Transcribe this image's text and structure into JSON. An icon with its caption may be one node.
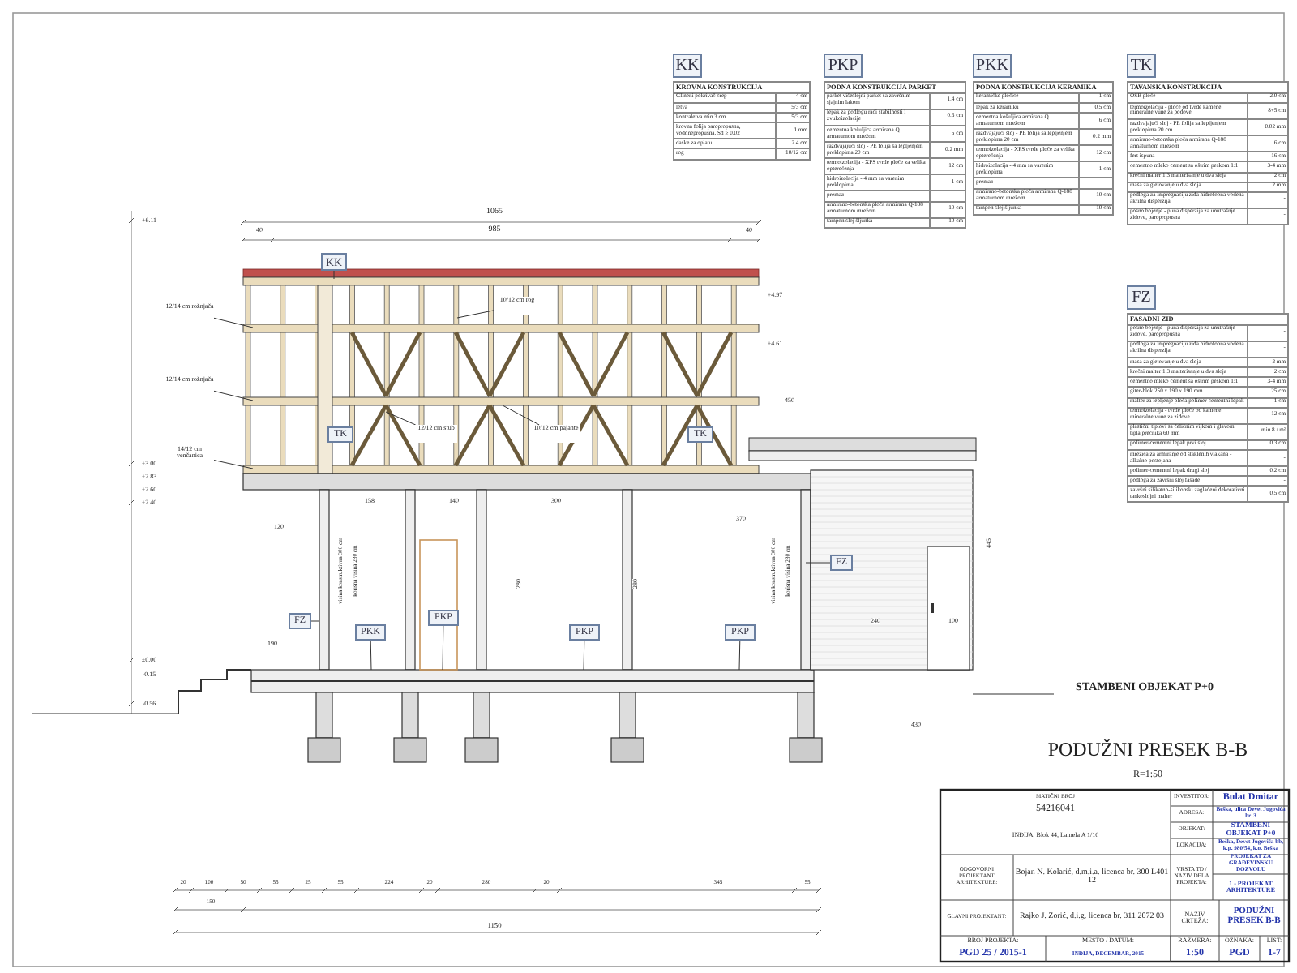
{
  "diagram": {
    "title": "PODUŽNI PRESEK B-B",
    "nodes": [
      {
        "text": [
          "KK"
        ]
      },
      {
        "text": [
          "PKP"
        ]
      },
      {
        "text": [
          "PKK"
        ]
      },
      {
        "text": [
          "TK"
        ]
      },
      {
        "text": [
          "FZ"
        ]
      },
      {
        "text": [
          "KK"
        ]
      },
      {
        "text": [
          "TK"
        ]
      },
      {
        "text": [
          "TK"
        ]
      },
      {
        "text": [
          "FZ"
        ]
      },
      {
        "text": [
          "PKK"
        ]
      },
      {
        "text": [
          "PKP"
        ]
      },
      {
        "text": [
          "PKP"
        ]
      },
      {
        "text": [
          "PKP"
        ]
      },
      {
        "text": [
          "FZ"
        ]
      },
      {
        "text": [
          "12/14 cm rožnjača"
        ]
      },
      {
        "text": [
          "12/14 cm rožnjača"
        ]
      },
      {
        "text": [
          "14/12 cm venčanica"
        ]
      },
      {
        "text": [
          "10/12 cm rog"
        ]
      },
      {
        "text": [
          "12/12 cm stub"
        ]
      },
      {
        "text": [
          "10/12 cm pajante"
        ]
      }
    ],
    "edges": [
      {
        "from": 5,
        "to": null,
        "arrow": "none"
      },
      {
        "from": 8,
        "to": null,
        "arrow": "none"
      },
      {
        "from": 9,
        "to": null,
        "arrow": "none"
      },
      {
        "from": 10,
        "to": null,
        "arrow": "none"
      },
      {
        "from": 11,
        "to": null,
        "arrow": "none"
      },
      {
        "from": 12,
        "to": null,
        "arrow": "none"
      },
      {
        "from": 13,
        "to": null,
        "arrow": "none"
      },
      {
        "from": 14,
        "to": null,
        "arrow": "none"
      },
      {
        "from": 15,
        "to": null,
        "arrow": "none"
      },
      {
        "from": 16,
        "to": null,
        "arrow": "none"
      },
      {
        "from": 17,
        "to": null,
        "arrow": "none"
      },
      {
        "from": 18,
        "to": null,
        "arrow": "none"
      },
      {
        "from": 19,
        "to": null,
        "arrow": "none"
      }
    ],
    "labels": [
      "KROVNA KONSTRUKCIJA",
      "Glineni pokrivač crep",
      "4 cm",
      "letva",
      "5/3 cm",
      "kontraletva min 3 cm",
      "5/3 cm",
      "krovna folija paropropusna, vodonepropusna, Sd ≥ 0.02",
      "1 mm",
      "daske za oplatu",
      "2.4 cm",
      "rog",
      "10/12 cm",
      "PODNA KONSTRUKCIJA PARKET",
      "parket višeslojni parket sa završnim sjajnim lakom",
      "1.4 cm",
      "lepak za podlogu radi stabilnosti i zvukoizolacije",
      "0.6 cm",
      "cementna košuljica armirana Q armaturnom mrežom",
      "5 cm",
      "razdvajajući sloj - PE folija sa lepljenjem preklopima 20 cm",
      "0.2 mm",
      "termoizolacija - XPS tvrde ploče za velika opterećenja",
      "12 cm",
      "hidroizolacija - 4 mm sa varenim preklopima",
      "1 cm",
      "premaz",
      "-",
      "armirano-betonska ploča armirana Q-188 armaturnom mrežom",
      "10 cm",
      "tampon sloj šljunka",
      "10 cm",
      "PODNA KONSTRUKCIJA KERAMIKA",
      "keramičke pločice",
      "1 cm",
      "lepak za keramiku",
      "0.5 cm",
      "cementna košuljica armirana Q armaturnom mrežom",
      "6 cm",
      "razdvajajući sloj - PE folija sa lepljenjem preklopima 20 cm",
      "0.2 mm",
      "termoizolacija - XPS tvrde ploče za velika opterećenja",
      "12 cm",
      "hidroizolacija - 4 mm sa varenim preklopima",
      "1 cm",
      "premaz",
      "-",
      "armirano-betonska ploča armirana Q-188 armaturnom mrežom",
      "10 cm",
      "tampon sloj šljunka",
      "10 cm",
      "TAVANSKA KONSTRUKCIJA",
      "OSB ploče",
      "2.0 cm",
      "termoizolacija - ploče od tvrde kamene mineralne vune za podove",
      "8+5 cm",
      "razdvajajući sloj - PE folija sa lepljenjem preklopima 20 cm",
      "0.02 mm",
      "armirano-betonska ploča armirana Q-188 armaturnom mrežom",
      "6 cm",
      "fert ispuna",
      "16 cm",
      "cementno mleko cement sa oštrim peskom 1:1",
      "3-4 mm",
      "krečni malter 1:3 malterisanje u dva sloja",
      "2 cm",
      "masa za gletovanje u dva sloja",
      "2 mm",
      "podloga za impregnaciju zida hidrofobna vodena akrilna disperzija",
      "-",
      "posno bojenje - puna disperzija za unutrašnje zidove, paropropusna",
      "-",
      "FASADNI ZID",
      "posno bojenje - puna disperzija za unutrašnje zidove, paropropusna",
      "-",
      "podloga za impregnaciju zida hidrofobna vodena akrilna disperzija",
      "-",
      "masa za gletovanje u dva sloja",
      "2 mm",
      "krečni malter 1:3 malterisanje u dva sloja",
      "2 cm",
      "cementno mleko cement sa oštrim peskom 1:1",
      "3-4 mm",
      "giter-blok 250 x 190 x 190 mm",
      "25 cm",
      "malter za lepljenje ploča polimer-cementni lepak",
      "1 cm",
      "termoizolacija - tvrde ploče od kamene mineralne vune za zidove",
      "12 cm",
      "plastični tiplovi sa čeličnim vijkom i glavom tipla prečnika 60 mm",
      "min 8 / m²",
      "polimer-cementni lepak prvi sloj",
      "0.3 cm",
      "mrežica za armiranje od staklenih vlakana - alkalno postojana",
      "-",
      "polimer-cementni lepak drugi sloj",
      "0.2 cm",
      "podloga za završni sloj fasade",
      "-",
      "završni silikatno-silikonski zaglađeni dekorativni tankoslojni malter",
      "0.5 cm",
      "1065",
      "40",
      "985",
      "40",
      "+6.11",
      "+3.00",
      "+2.83",
      "+2.60",
      "+2.40",
      "±0.00",
      "-0.15",
      "-0.56",
      "+4.97",
      "+4.61",
      "158",
      "140",
      "300",
      "370",
      "120",
      "190",
      "280",
      "280",
      "240",
      "100",
      "450",
      "430",
      "445",
      "20",
      "100",
      "50",
      "55",
      "25",
      "55",
      "224",
      "20",
      "280",
      "20",
      "345",
      "55",
      "150",
      "1150",
      "visina konstruktivna 300 cm",
      "korisna visina 280 cm",
      "visina konstruktivna 300 cm",
      "korisna visina 280 cm",
      "STAMBENI OBJEKAT P+0",
      "R=1:50",
      "MATIČNI BROJ",
      "54216041",
      "INĐIJA, Blok 44, Lamela A 1/10",
      "INVESTITOR:",
      "Bulat Dmitar",
      "ADRESA:",
      "Beška, ulica Devet Jugovića br. 3",
      "OBJEKAT:",
      "STAMBENI OBJEKAT P+0",
      "LOKACIJA:",
      "Beška, Devet Jugovića bb, k.p. 980/54, k.o. Beška",
      "ODGOVORNI PROJEKTANT ARHITEKTURE:",
      "Bojan N. Kolarić, d.m.i.a. licenca br. 300 L401 12",
      "VRSTA TD / NAZIV DELA PROJEKTA:",
      "PROJEKAT ZA GRAĐEVINSKU DOZVOLU",
      "1 - PROJEKAT ARHITEKTURE",
      "GLAVNI PROJEKTANT:",
      "Rajko J. Zorić, d.i.g. licenca br. 311 2072 03",
      "NAZIV CRTEŽA:",
      "PODUŽNI PRESEK B-B",
      "BROJ PROJEKTA:",
      "PGD 25 / 2015-1",
      "MESTO / DATUM:",
      "INĐIJA, DECEMBAR, 2015",
      "RAZMERA:",
      "1:50",
      "OZNAKA:",
      "PGD",
      "LIST:",
      "1-7"
    ]
  }
}
